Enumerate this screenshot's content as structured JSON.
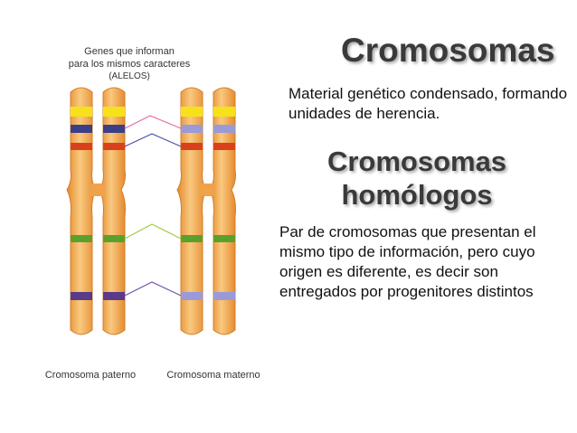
{
  "slide": {
    "title": "Cromosomas",
    "definition": "Material genético condensado, formando unidades de herencia.",
    "subtitle": "Cromosomas homólogos",
    "homologous_definition": "Par de cromosomas que presentan el mismo tipo de información, pero cuyo origen es diferente, es decir son entregados por progenitores distintos"
  },
  "figure": {
    "caption_line1": "Genes que informan",
    "caption_line2": "para los mismos caracteres",
    "caption_line3": "(ALELOS)",
    "label_paternal": "Cromosoma paterno",
    "label_maternal": "Cromosoma materno"
  },
  "colors": {
    "chromosome": "#f0a24a",
    "chromosome_light": "#f9c97f",
    "band_yellow": "#f7e11a",
    "band_navy": "#3b3f8a",
    "band_red": "#d9401e",
    "band_lavender": "#9a9ad8",
    "band_green": "#5aa02c",
    "band_purple": "#5a3a8a",
    "line_pink": "#e36aa3",
    "line_navy": "#4b4fa0",
    "line_green": "#a3c94a",
    "line_purple": "#6e4fa8"
  }
}
